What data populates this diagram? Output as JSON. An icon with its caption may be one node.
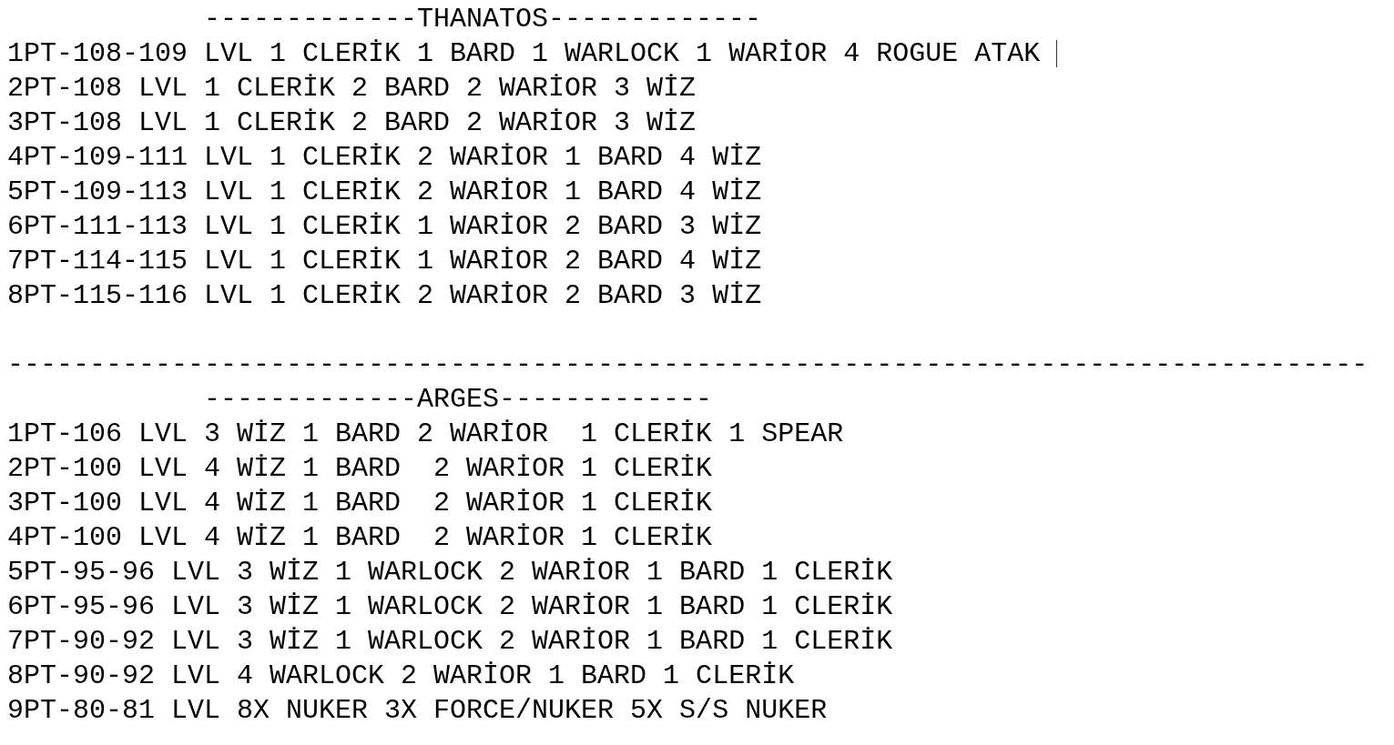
{
  "diagram": {
    "labels": [
      "-------------THANATOS-------------",
      "1PT-108-109 LVL 1 CLERİK 1 BARD 1 WARLOCK 1 WARİOR 4 ROGUE ATAK",
      "2PT-108 LVL 1 CLERİK 2 BARD 2 WARİOR 3 WİZ",
      "3PT-108 LVL 1 CLERİK 2 BARD 2 WARİOR 3 WİZ",
      "4PT-109-111 LVL 1 CLERİK 2 WARİOR 1 BARD 4 WİZ",
      "5PT-109-113 LVL 1 CLERİK 2 WARİOR 1 BARD 4 WİZ",
      "6PT-111-113 LVL 1 CLERİK 1 WARİOR 2 BARD 3 WİZ",
      "7PT-114-115 LVL 1 CLERİK 1 WARİOR 2 BARD 4 WİZ",
      "8PT-115-116 LVL 1 CLERİK 2 WARİOR 2 BARD 3 WİZ",
      "-----------------------------------------------------------------------------------",
      "-------------ARGES-------------",
      "1PT-106 LVL 3 WİZ 1 BARD 2 WARİOR  1 CLERİK 1 SPEAR",
      "2PT-100 LVL 4 WİZ 1 BARD  2 WARİOR 1 CLERİK",
      "3PT-100 LVL 4 WİZ 1 BARD  2 WARİOR 1 CLERİK",
      "4PT-100 LVL 4 WİZ 1 BARD  2 WARİOR 1 CLERİK",
      "5PT-95-96 LVL 3 WİZ 1 WARLOCK 2 WARİOR 1 BARD 1 CLERİK",
      "6PT-95-96 LVL 3 WİZ 1 WARLOCK 2 WARİOR 1 BARD 1 CLERİK",
      "7PT-90-92 LVL 3 WİZ 1 WARLOCK 2 WARİOR 1 BARD 1 CLERİK",
      "8PT-90-92 LVL 4 WARLOCK 2 WARİOR 1 BARD 1 CLERİK",
      "9PT-80-81 LVL 8X NUKER 3X FORCE/NUKER 5X S/S NUKER"
    ]
  }
}
